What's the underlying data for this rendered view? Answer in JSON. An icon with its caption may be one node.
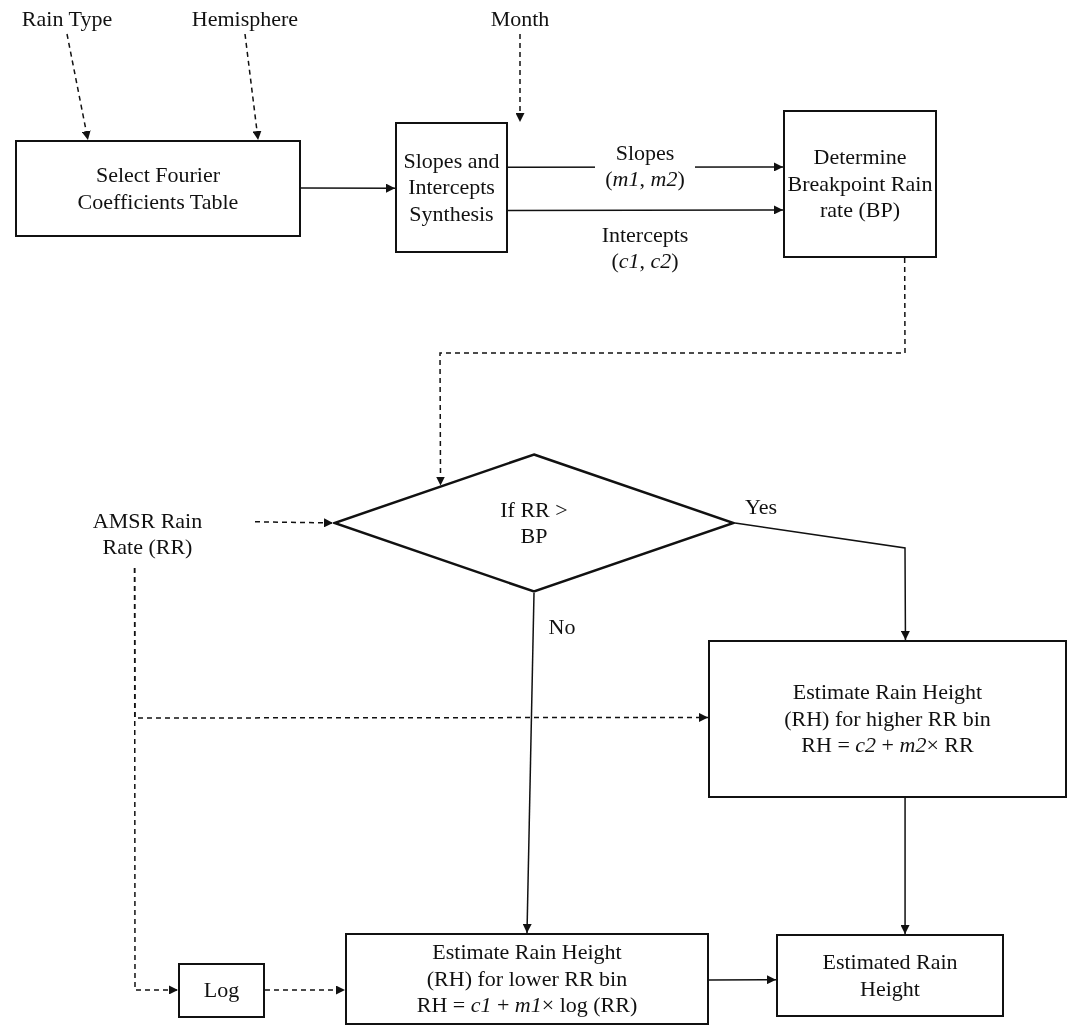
{
  "diagram": {
    "nodes": [
      {
        "text": [
          "Rain Type"
        ]
      },
      {
        "text": [
          "Hemisphere"
        ]
      },
      {
        "text": [
          "Month"
        ]
      },
      {
        "text": [
          "Select Fourier Coefficients Table"
        ]
      },
      {
        "text": [
          "Slopes and Intercepts Synthesis"
        ]
      },
      {
        "text": [
          "Determine Breakpoint Rain rate (BP)"
        ]
      },
      {
        "text": [
          "If RR > BP"
        ]
      },
      {
        "text": [
          "AMSR Rain Rate (RR)"
        ]
      },
      {
        "text": [
          "Estimate Rain Height (RH) for higher RR bin",
          "RH = *c2* + *m2*× RR"
        ]
      },
      {
        "text": [
          "Log"
        ]
      },
      {
        "text": [
          "Estimate Rain Height (RH) for lower RR bin",
          "RH = *c1* + *m1*× log (RR)"
        ]
      },
      {
        "text": [
          "Estimated Rain Height"
        ]
      }
    ],
    "edges": [
      {
        "from": 0,
        "to": 3,
        "arrow": "to",
        "style": "dashed"
      },
      {
        "from": 1,
        "to": 3,
        "arrow": "to",
        "style": "dashed"
      },
      {
        "from": 2,
        "to": 4,
        "arrow": "to",
        "style": "dashed"
      },
      {
        "from": 3,
        "to": 4,
        "arrow": "to"
      },
      {
        "from": 4,
        "to": 5,
        "arrow": "to",
        "label": "Slopes (*m1*, *m2*)"
      },
      {
        "from": 4,
        "to": 5,
        "arrow": "to",
        "label": "Intercepts (*c1*, *c2*)"
      },
      {
        "from": 5,
        "to": 6,
        "arrow": "to",
        "style": "dashed"
      },
      {
        "from": 7,
        "to": 6,
        "arrow": "to",
        "style": "dashed"
      },
      {
        "from": 6,
        "to": 8,
        "arrow": "to",
        "label": "Yes"
      },
      {
        "from": 6,
        "to": 10,
        "arrow": "to",
        "label": "No"
      },
      {
        "from": 7,
        "to": 8,
        "arrow": "to",
        "style": "dashed"
      },
      {
        "from": 7,
        "to": 9,
        "arrow": "to",
        "style": "dashed"
      },
      {
        "from": 9,
        "to": 10,
        "arrow": "to",
        "style": "dashed"
      },
      {
        "from": 10,
        "to": 11,
        "arrow": "to"
      },
      {
        "from": 8,
        "to": 11,
        "arrow": "to"
      }
    ]
  }
}
